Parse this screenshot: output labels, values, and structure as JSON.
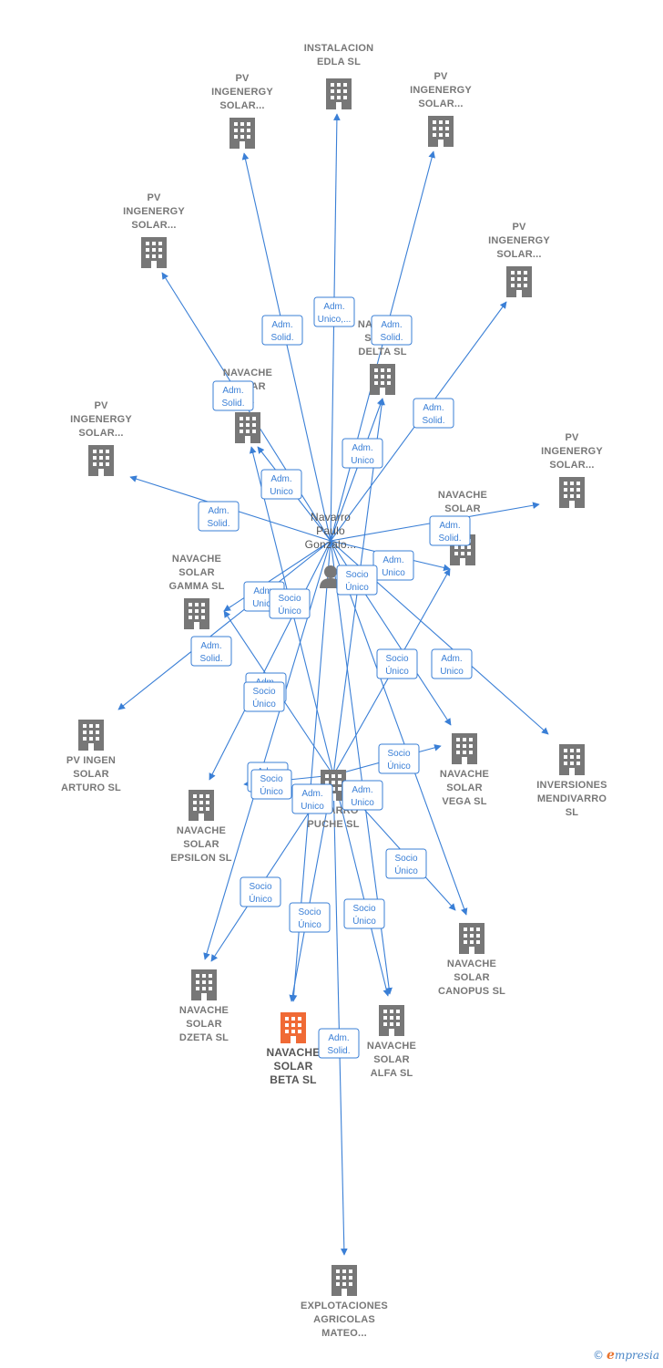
{
  "colors": {
    "edge": "#3a7fd6",
    "company": "#777777",
    "highlight": "#f06a35",
    "person": "#777777"
  },
  "nodes": [
    {
      "id": "instalacion",
      "type": "company",
      "label": [
        "INSTALACION",
        "EDLA  SL"
      ]
    },
    {
      "id": "pv1",
      "type": "company",
      "label": [
        "PV",
        "INGENERGY",
        "SOLAR..."
      ]
    },
    {
      "id": "pv2",
      "type": "company",
      "label": [
        "PV",
        "INGENERGY",
        "SOLAR..."
      ]
    },
    {
      "id": "pv3",
      "type": "company",
      "label": [
        "PV",
        "INGENERGY",
        "SOLAR..."
      ]
    },
    {
      "id": "pv4",
      "type": "company",
      "label": [
        "PV",
        "INGENERGY",
        "SOLAR..."
      ]
    },
    {
      "id": "pv5",
      "type": "company",
      "label": [
        "PV",
        "INGENERGY",
        "SOLAR..."
      ]
    },
    {
      "id": "pv6",
      "type": "company",
      "label": [
        "PV",
        "INGENERGY",
        "SOLAR..."
      ]
    },
    {
      "id": "navache_x",
      "type": "company",
      "label": [
        "NAVACHE",
        "SOLAR",
        "SL"
      ]
    },
    {
      "id": "delta",
      "type": "company",
      "label": [
        "NAVACHE",
        "SOLAR",
        "DELTA  SL"
      ]
    },
    {
      "id": "navache_r",
      "type": "company",
      "label": [
        "NAVACHE",
        "SOLAR",
        "SL"
      ]
    },
    {
      "id": "person",
      "type": "person",
      "label": [
        "Navarro",
        "Paulo",
        "Gonzalo..."
      ]
    },
    {
      "id": "gamma",
      "type": "company",
      "label": [
        "NAVACHE",
        "SOLAR",
        "GAMMA  SL"
      ]
    },
    {
      "id": "arturo",
      "type": "company",
      "label": [
        "PV INGEN",
        "SOLAR",
        "ARTURO  SL"
      ]
    },
    {
      "id": "vega",
      "type": "company",
      "label": [
        "NAVACHE",
        "SOLAR",
        "VEGA  SL"
      ]
    },
    {
      "id": "inversiones",
      "type": "company",
      "label": [
        "INVERSIONES",
        "MENDIVARRO",
        "SL"
      ]
    },
    {
      "id": "epsilon",
      "type": "company",
      "label": [
        "NAVACHE",
        "SOLAR",
        "EPSILON  SL"
      ]
    },
    {
      "id": "puche",
      "type": "company",
      "label": [
        "NAVARRO",
        "PUCHE SL"
      ]
    },
    {
      "id": "canopus",
      "type": "company",
      "label": [
        "NAVACHE",
        "SOLAR",
        "CANOPUS  SL"
      ]
    },
    {
      "id": "dzeta",
      "type": "company",
      "label": [
        "NAVACHE",
        "SOLAR",
        "DZETA  SL"
      ]
    },
    {
      "id": "beta",
      "type": "company",
      "highlight": true,
      "label": [
        "NAVACHE",
        "SOLAR",
        "BETA  SL"
      ]
    },
    {
      "id": "alfa",
      "type": "company",
      "label": [
        "NAVACHE",
        "SOLAR",
        "ALFA  SL"
      ]
    },
    {
      "id": "explotaciones",
      "type": "company",
      "label": [
        "EXPLOTACIONES",
        "AGRICOLAS",
        "MATEO..."
      ]
    }
  ],
  "edge_labels": [
    {
      "id": "e1",
      "label": [
        "Adm.",
        "Unico,..."
      ]
    },
    {
      "id": "e2",
      "label": [
        "Adm.",
        "Solid."
      ]
    },
    {
      "id": "e3",
      "label": [
        "Adm.",
        "Solid."
      ]
    },
    {
      "id": "e4",
      "label": [
        "Adm.",
        "Solid."
      ]
    },
    {
      "id": "e5",
      "label": [
        "Adm.",
        "Solid."
      ]
    },
    {
      "id": "e6",
      "label": [
        "Adm.",
        "Unico"
      ]
    },
    {
      "id": "e7",
      "label": [
        "Adm.",
        "Unico"
      ]
    },
    {
      "id": "e8",
      "label": [
        "Adm.",
        "Solid."
      ]
    },
    {
      "id": "e9",
      "label": [
        "Adm.",
        "Solid."
      ]
    },
    {
      "id": "e10",
      "label": [
        "Adm.",
        "Unico"
      ]
    },
    {
      "id": "e11",
      "label": [
        "Socio",
        "Único"
      ]
    },
    {
      "id": "e12",
      "label": [
        "Adm.",
        "Unico"
      ]
    },
    {
      "id": "e13",
      "label": [
        "Socio",
        "Único"
      ]
    },
    {
      "id": "e14",
      "label": [
        "Adm.",
        "Solid."
      ]
    },
    {
      "id": "e15",
      "label": [
        "Adm.",
        "Unico"
      ]
    },
    {
      "id": "e16",
      "label": [
        "Socio",
        "Único"
      ]
    },
    {
      "id": "e17",
      "label": [
        "Adm.",
        "Unico"
      ]
    },
    {
      "id": "e18",
      "label": [
        "Socio",
        "Único"
      ]
    },
    {
      "id": "e19",
      "label": [
        "Socio",
        "Único"
      ]
    },
    {
      "id": "e20",
      "label": [
        "Adm.",
        "Unico"
      ]
    },
    {
      "id": "e21",
      "label": [
        "Socio",
        "Único"
      ]
    },
    {
      "id": "e22",
      "label": [
        "Adm.",
        "Unico"
      ]
    },
    {
      "id": "e23",
      "label": [
        "Adm.",
        "Unico"
      ]
    },
    {
      "id": "e24",
      "label": [
        "Socio",
        "Único"
      ]
    },
    {
      "id": "e25",
      "label": [
        "Socio",
        "Único"
      ]
    },
    {
      "id": "e26",
      "label": [
        "Socio",
        "Único"
      ]
    },
    {
      "id": "e27",
      "label": [
        "Socio",
        "Único"
      ]
    },
    {
      "id": "e28",
      "label": [
        "Adm.",
        "Solid."
      ]
    }
  ],
  "footer": {
    "copyright": "©",
    "brand_e": "e",
    "brand_rest": "mpresia"
  }
}
